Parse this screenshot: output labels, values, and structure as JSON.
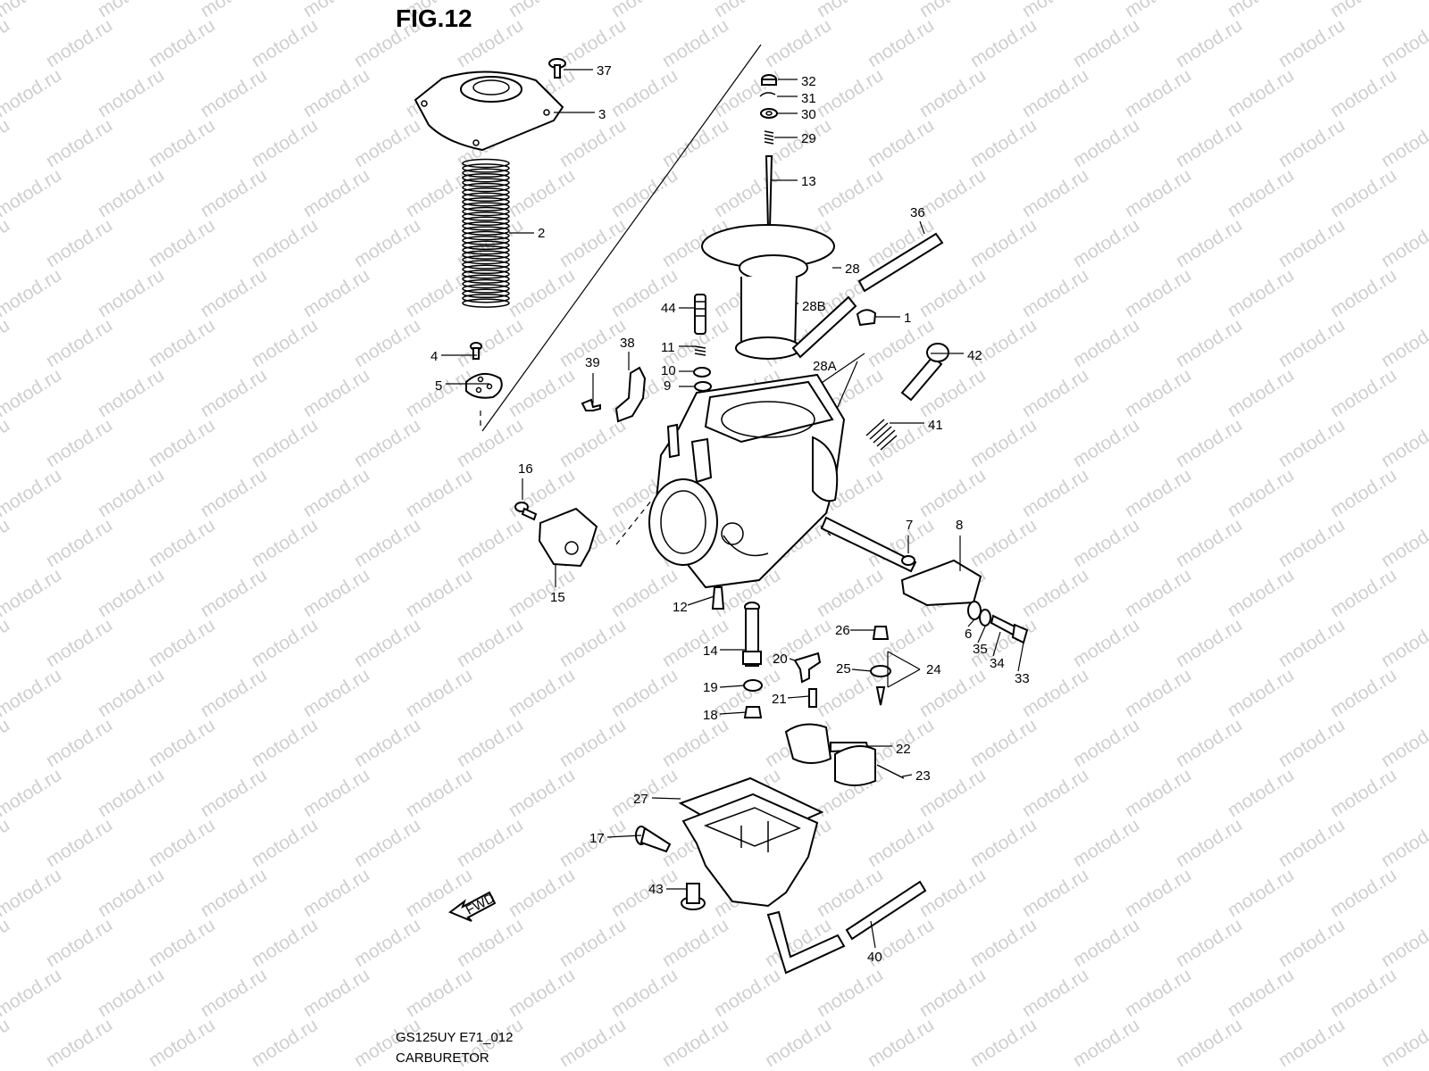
{
  "figure": {
    "title": "FIG.12"
  },
  "caption": {
    "model_code": "GS125UY E71_012",
    "section": "CARBURETOR"
  },
  "watermark": "motod.ru",
  "fwd_label": "FWD",
  "callouts": {
    "c37": "37",
    "c3": "3",
    "c2": "2",
    "c4": "4",
    "c5": "5",
    "c32": "32",
    "c31": "31",
    "c30": "30",
    "c29": "29",
    "c13": "13",
    "c36": "36",
    "c28": "28",
    "c28b": "28B",
    "c44": "44",
    "c1": "1",
    "c38": "38",
    "c11": "11",
    "c39": "39",
    "c10": "10",
    "c9": "9",
    "c28a": "28A",
    "c42": "42",
    "c41": "41",
    "c16": "16",
    "c7": "7",
    "c8": "8",
    "c15": "15",
    "c12": "12",
    "c6": "6",
    "c35": "35",
    "c34": "34",
    "c33": "33",
    "c26": "26",
    "c14": "14",
    "c20": "20",
    "c25": "25",
    "c24": "24",
    "c19": "19",
    "c21": "21",
    "c18": "18",
    "c22": "22",
    "c23": "23",
    "c27": "27",
    "c17": "17",
    "c43": "43",
    "c40": "40"
  }
}
